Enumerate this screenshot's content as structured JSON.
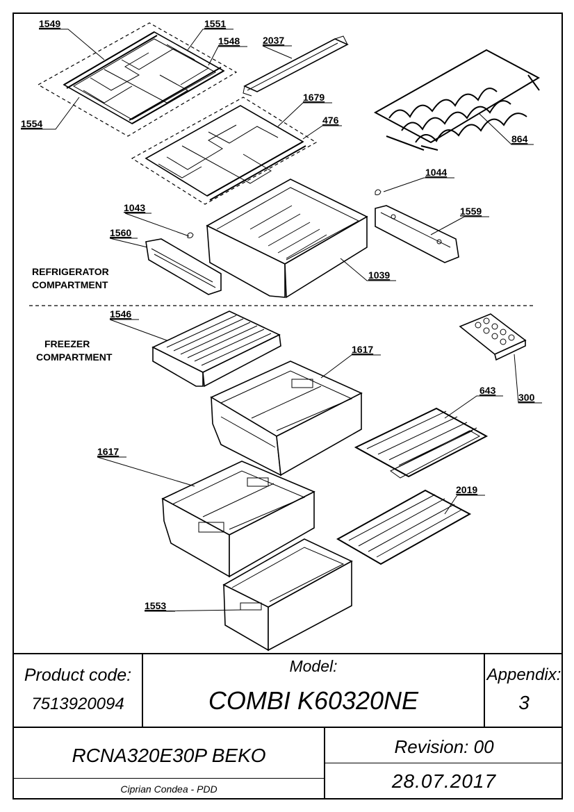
{
  "callouts": {
    "c1549": "1549",
    "c1551": "1551",
    "c1548": "1548",
    "c2037": "2037",
    "c1554": "1554",
    "c1679": "1679",
    "c476": "476",
    "c864": "864",
    "c1044": "1044",
    "c1043": "1043",
    "c1559": "1559",
    "c1560": "1560",
    "c1039": "1039",
    "c1546": "1546",
    "c1617a": "1617",
    "c300": "300",
    "c643": "643",
    "c1617b": "1617",
    "c2019": "2019",
    "c1553": "1553"
  },
  "sections": {
    "refrigerator_line1": "REFRIGERATOR",
    "refrigerator_line2": "COMPARTMENT",
    "freezer_line1": "FREEZER",
    "freezer_line2": "COMPARTMENT"
  },
  "title_block": {
    "product_code_label": "Product code:",
    "product_code_value": "7513920094",
    "model_label": "Model:",
    "model_value": "COMBI K60320NE",
    "appendix_label": "Appendix:",
    "appendix_value": "3",
    "variant": "RCNA320E30P BEKO",
    "revision": "Revision: 00",
    "author": "Ciprian Condea - PDD",
    "date": "28.07.2017"
  }
}
